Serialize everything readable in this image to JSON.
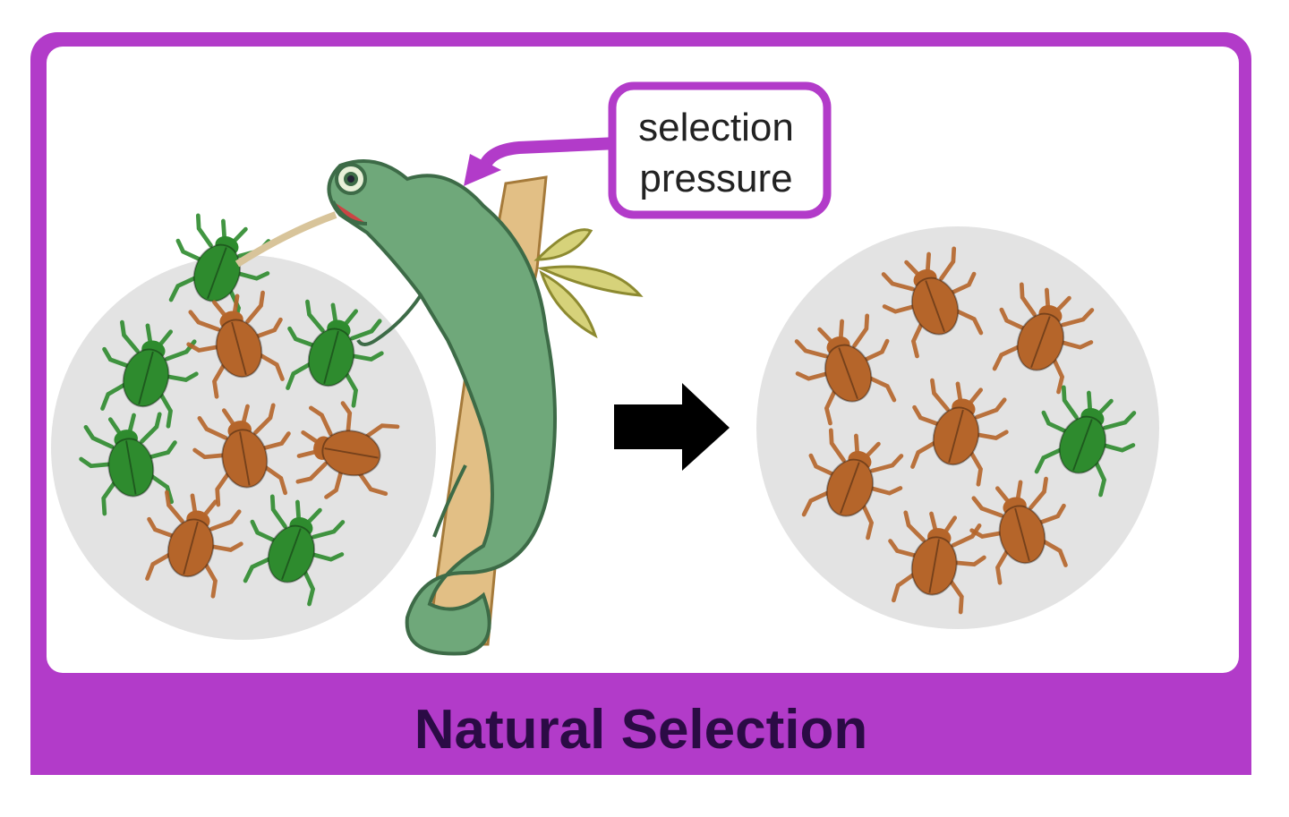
{
  "diagram": {
    "title": "Natural Selection",
    "callout": {
      "line1": "selection",
      "line2": "pressure"
    },
    "colors": {
      "frame": "#b23bc9",
      "title_text": "#2b0b45",
      "population_bg": "#e3e3e3",
      "green_beetle": "#2e8b2e",
      "brown_beetle": "#b5652a",
      "chameleon": "#6fa87a",
      "branch": "#e2bf85",
      "arrow": "#000000"
    },
    "before_population": {
      "green": 5,
      "brown": 4
    },
    "after_population": {
      "green": 1,
      "brown": 7
    }
  }
}
